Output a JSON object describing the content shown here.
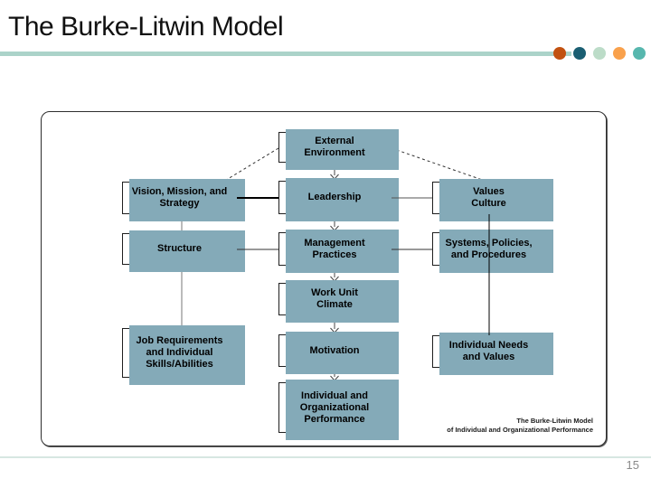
{
  "slide": {
    "title": "The Burke-Litwin Model",
    "page_number": "15",
    "divider_color": "#abd3c9",
    "footer_line_color": "#d7e7e2",
    "accent_dots": [
      {
        "name": "accent-dot-rust",
        "color": "#c25110"
      },
      {
        "name": "accent-dot-dark-teal",
        "color": "#1a5e72"
      },
      {
        "name": "accent-dot-pale-green",
        "color": "#bcdcc8"
      },
      {
        "name": "accent-dot-orange",
        "color": "#f9a14c"
      },
      {
        "name": "accent-dot-teal",
        "color": "#57b7ae"
      }
    ]
  },
  "diagram": {
    "node_shadow_color": "#84aab8",
    "caption": {
      "line1": "The Burke-Litwin Model",
      "line2": "of Individual and Organizational Performance"
    },
    "nodes": {
      "external_environment": "External\nEnvironment",
      "vision_mission_strategy": "Vision, Mission, and\nStrategy",
      "leadership": "Leadership",
      "values_culture": "Values\nCulture",
      "structure": "Structure",
      "management_practices": "Management\nPractices",
      "systems_policies_procedures": "Systems, Policies,\nand Procedures",
      "work_unit_climate": "Work Unit\nClimate",
      "job_requirements_skills": "Job Requirements\nand Individual\nSkills/Abilities",
      "motivation": "Motivation",
      "individual_needs_values": "Individual Needs\nand Values",
      "individual_org_performance": "Individual and\nOrganizational\nPerformance"
    }
  }
}
